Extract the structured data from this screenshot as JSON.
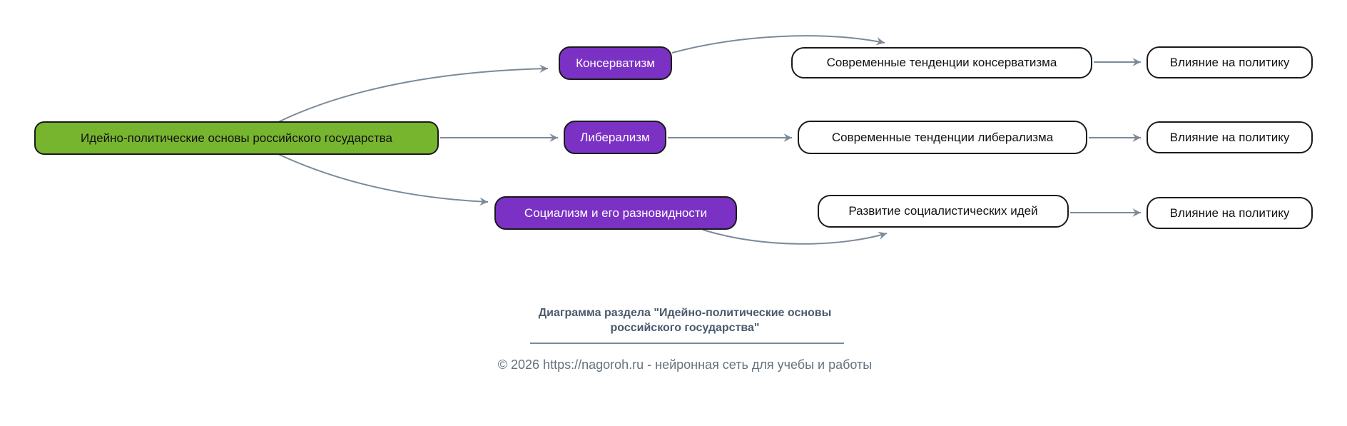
{
  "diagram": {
    "root": {
      "label": "Идейно-политические основы российского государства"
    },
    "branches": [
      {
        "topic": "Консерватизм",
        "detail": "Современные тенденции консерватизма",
        "outcome": "Влияние на политику"
      },
      {
        "topic": "Либерализм",
        "detail": "Современные тенденции либерализма",
        "outcome": "Влияние на политику"
      },
      {
        "topic": "Социализм и его разновидности",
        "detail": "Развитие социалистических идей",
        "outcome": "Влияние на политику"
      }
    ]
  },
  "caption": {
    "title": "Диаграмма раздела \"Идейно-политические основы российского государства\""
  },
  "footer": {
    "text": "© 2026 https://nagoroh.ru - нейронная сеть для учебы и работы"
  },
  "colors": {
    "root_fill": "#77b52e",
    "topic_fill": "#7a31c4",
    "node_border": "#1a1a1a",
    "edge_color": "#7b8a99",
    "caption_color": "#4a5b6d",
    "rule_color": "#7b8a99",
    "footer_color": "#64727f"
  }
}
